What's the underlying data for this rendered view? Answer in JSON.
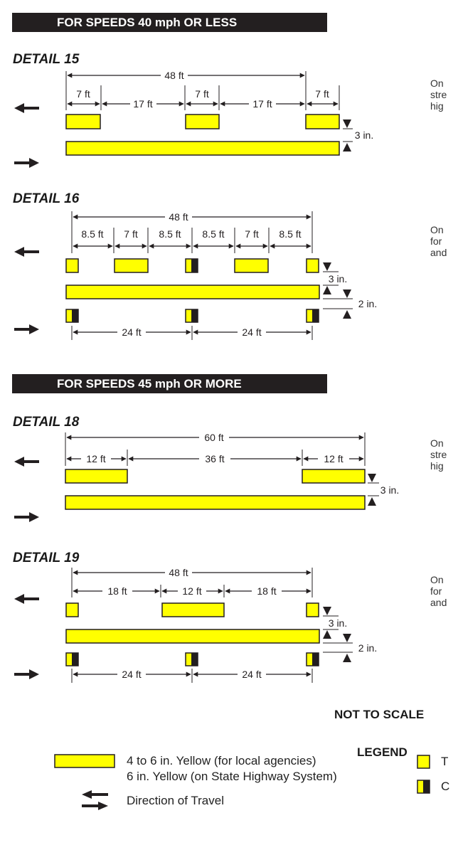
{
  "sections": {
    "low_speed": "FOR SPEEDS 40 mph OR LESS",
    "high_speed": "FOR SPEEDS 45 mph  OR MORE"
  },
  "details": {
    "d15": {
      "title": "DETAIL 15",
      "overall": "48 ft",
      "segments": [
        "7 ft",
        "17 ft",
        "7 ft",
        "17 ft",
        "7 ft"
      ],
      "gap": "3 in.",
      "note": [
        "On",
        "stre",
        "hig"
      ]
    },
    "d16": {
      "title": "DETAIL 16",
      "overall": "48 ft",
      "segments": [
        "8.5 ft",
        "7 ft",
        "8.5 ft",
        "8.5 ft",
        "7 ft",
        "8.5 ft"
      ],
      "gap": "3 in.",
      "gap2": "2 in.",
      "bottom": [
        "24 ft",
        "24 ft"
      ],
      "note": [
        "On",
        "for",
        "and"
      ]
    },
    "d18": {
      "title": "DETAIL 18",
      "overall": "60 ft",
      "segments": [
        "12 ft",
        "36 ft",
        "12 ft"
      ],
      "gap": "3 in.",
      "note": [
        "On",
        "stre",
        "hig"
      ]
    },
    "d19": {
      "title": "DETAIL 19",
      "overall": "48 ft",
      "segments": [
        "18 ft",
        "12 ft",
        "18 ft"
      ],
      "gap": "3 in.",
      "gap2": "2 in.",
      "bottom": [
        "24 ft",
        "24 ft"
      ],
      "note": [
        "On",
        "for",
        "and"
      ]
    }
  },
  "not_to_scale": "NOT TO SCALE",
  "legend": {
    "title": "LEGEND",
    "yellow_line": [
      "4 to 6 in. Yellow (for local agencies)",
      "6 in. Yellow (on State Highway System)"
    ],
    "direction": "Direction of Travel",
    "right_items": [
      "T",
      "C"
    ]
  },
  "colors": {
    "yellow": "#ffff00",
    "dark": "#231f20"
  },
  "icons": [
    "arrow-left-icon",
    "arrow-right-icon",
    "direction-of-travel-icon",
    "yellow-tab-icon",
    "yellow-black-tab-icon"
  ]
}
